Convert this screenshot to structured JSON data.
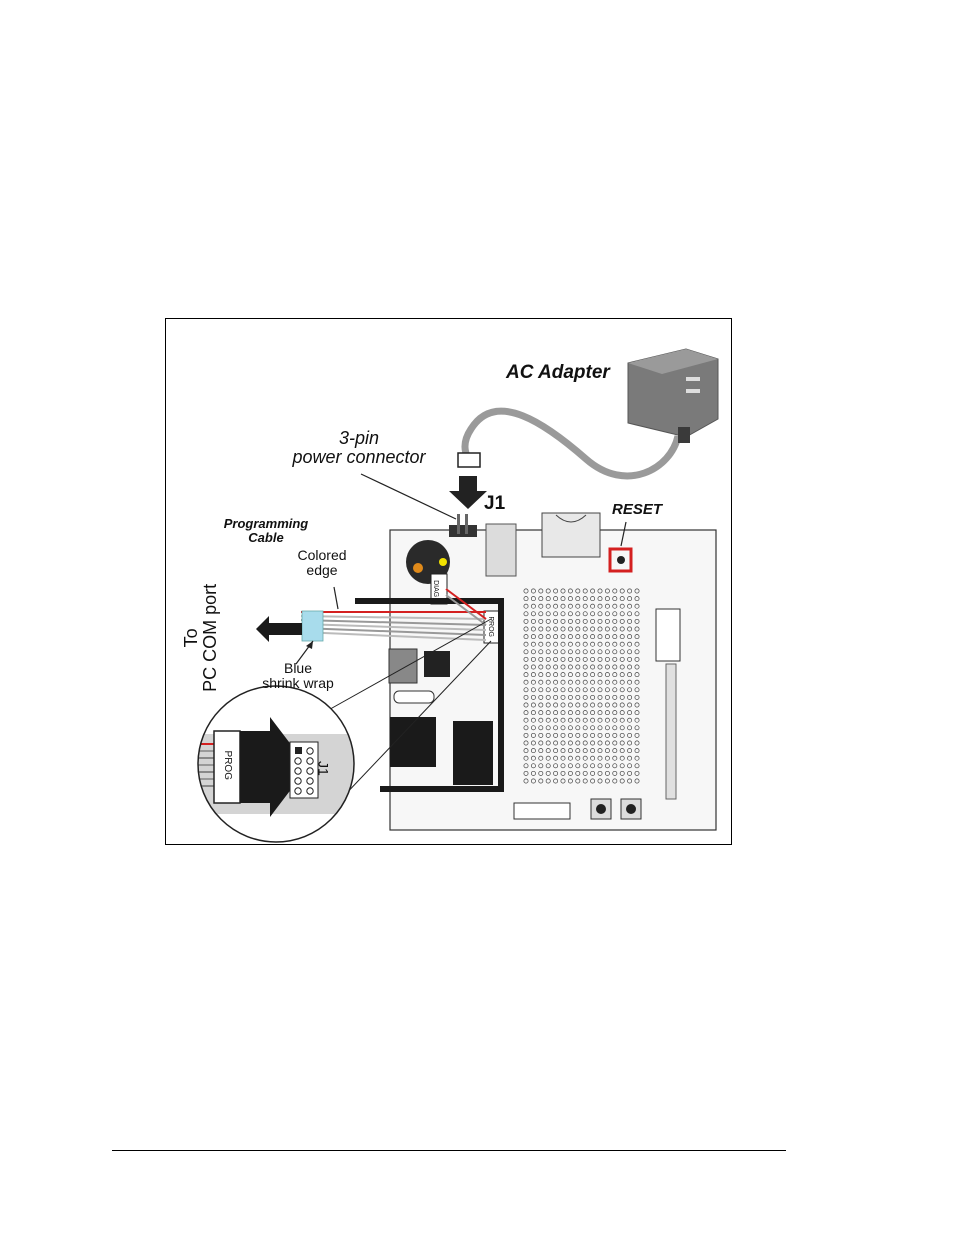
{
  "figure": {
    "labels": {
      "ac_adapter": "AC Adapter",
      "power_connector_line1": "3-pin",
      "power_connector_line2": "power connector",
      "j1_header": "J1",
      "reset": "RESET",
      "programming_cable_line1": "Programming",
      "programming_cable_line2": "Cable",
      "colored_edge_line1": "Colored",
      "colored_edge_line2": "edge",
      "to_pc_line1": "To",
      "to_pc_line2": "PC COM port",
      "blue_line1": "Blue",
      "blue_line2": "shrink wrap",
      "inset_prog": "PROG",
      "inset_j1": "J1",
      "board_diag": "DIAG",
      "board_prog": "PROG"
    },
    "colors": {
      "cable_red": "#d42020",
      "shrink_wrap": "#a8dcec",
      "adapter_gray": "#7a7a7a",
      "reset_box": "#d42020",
      "board_fill": "#f7f7f7"
    }
  }
}
